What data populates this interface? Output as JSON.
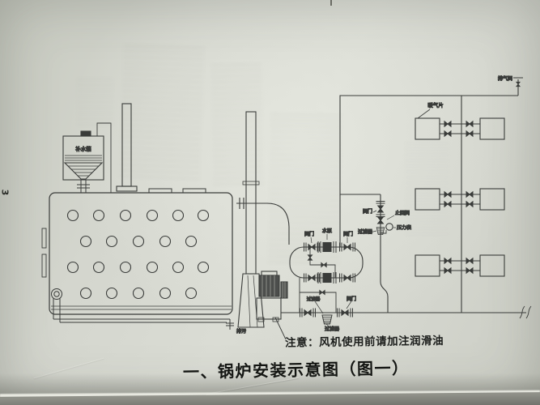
{
  "page": {
    "side_number": "3"
  },
  "caption": {
    "title": "一、锅炉安装示意图（图一）"
  },
  "note": {
    "text": "注意：风机使用前请加注润滑油"
  },
  "labels": {
    "makeup_tank": "补水箱",
    "air_vent_valve": "排气阀",
    "radiator": "暖气片",
    "valve": "阀门",
    "water_pump": "水泵",
    "check_valve": "止回阀",
    "filter": "过滤器",
    "pressure_gauge": "压力表",
    "blowdown": "排污"
  },
  "colors": {
    "ink": "#26282a",
    "line": "#3a3c3a",
    "paper": "#d5d7cf",
    "table": "#7a7b74"
  }
}
